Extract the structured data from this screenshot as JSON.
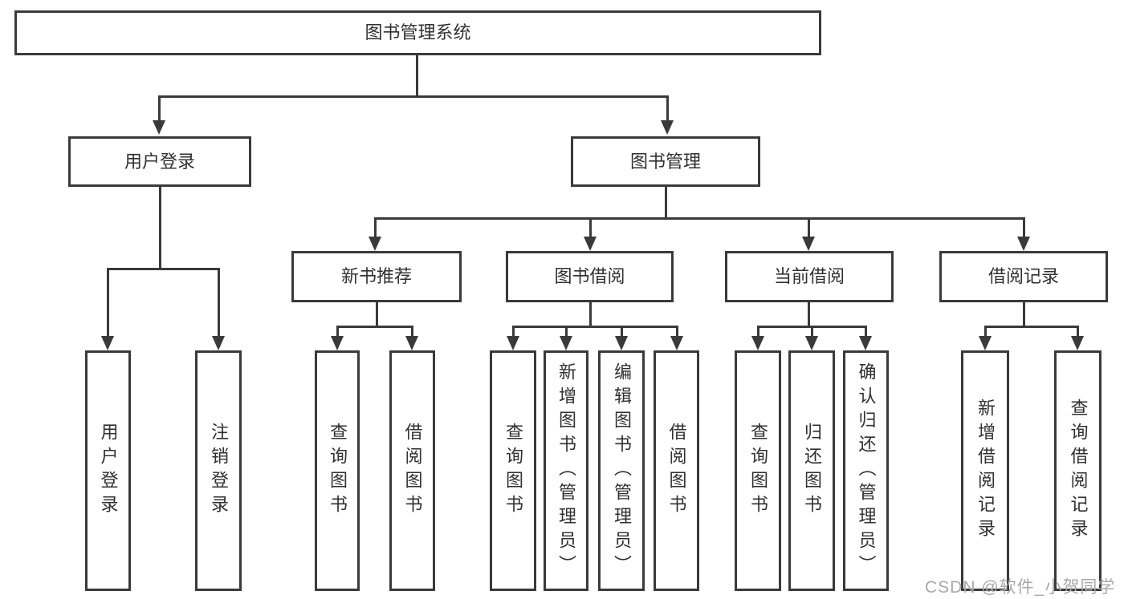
{
  "diagram": {
    "title": "图书管理系统",
    "level1": [
      {
        "label": "用户登录"
      },
      {
        "label": "图书管理"
      }
    ],
    "level2": [
      {
        "label": "新书推荐"
      },
      {
        "label": "图书借阅"
      },
      {
        "label": "当前借阅"
      },
      {
        "label": "借阅记录"
      }
    ],
    "leaves": [
      {
        "label": "用户登录"
      },
      {
        "label": "注销登录"
      },
      {
        "label": "查询图书"
      },
      {
        "label": "借阅图书"
      },
      {
        "label": "查询图书"
      },
      {
        "label": "新增图书（管理员）"
      },
      {
        "label": "编辑图书（管理员）"
      },
      {
        "label": "借阅图书"
      },
      {
        "label": "查询图书"
      },
      {
        "label": "归还图书"
      },
      {
        "label": "确认归还（管理员）"
      },
      {
        "label": "新增借阅记录"
      },
      {
        "label": "查询借阅记录"
      }
    ]
  },
  "watermark": {
    "text": "CSDN @软件_小贺同学"
  },
  "colors": {
    "line": "#3a3a3a",
    "text": "#303030",
    "watermark": "#a8a8a8",
    "background": "#ffffff"
  }
}
